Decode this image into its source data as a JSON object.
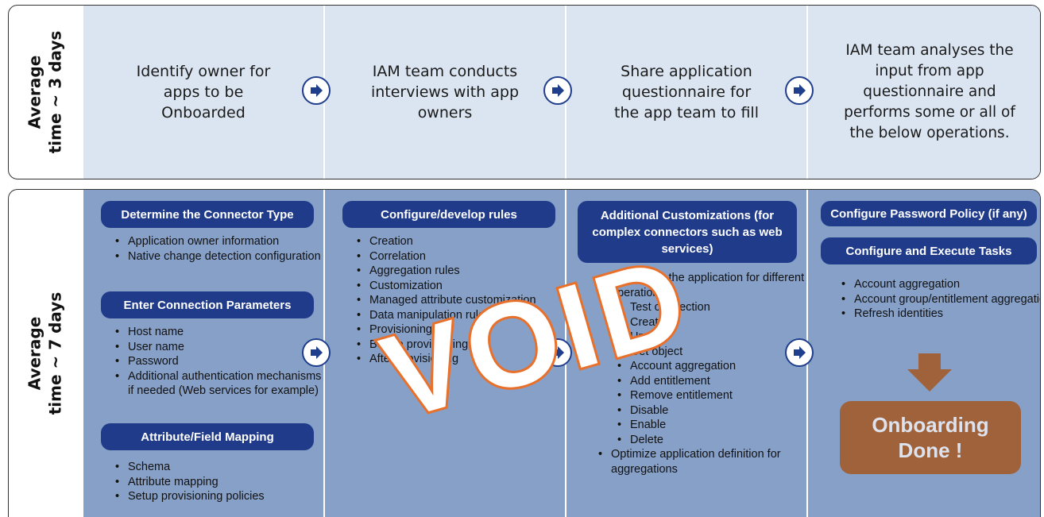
{
  "top_row": {
    "label_line1": "Average",
    "label_line2": "time ~ 3 days",
    "steps": [
      "Identify owner for\napps to be\nOnboarded",
      "IAM team conducts\ninterviews with app\nowners",
      "Share application\nquestionnaire for\nthe app team to fill",
      "IAM team analyses the\ninput from app\nquestionnaire and\nperforms some or all of\nthe below operations."
    ]
  },
  "bottom_row": {
    "label_line1": "Average",
    "label_line2": "time ~ 7 days",
    "col1": {
      "sections": [
        {
          "title": "Determine the Connector Type",
          "items": [
            "Application owner information",
            "Native change detection configuration"
          ]
        },
        {
          "title": "Enter Connection Parameters",
          "items": [
            "Host name",
            "User name",
            "Password",
            "Additional authentication mechanisms if needed (Web services for example)"
          ]
        },
        {
          "title": "Attribute/Field Mapping",
          "items": [
            "Schema",
            "Attribute mapping",
            "Setup provisioning policies"
          ]
        }
      ]
    },
    "col2": {
      "title": "Configure/develop rules",
      "items": [
        "Creation",
        "Correlation",
        "Aggregation rules",
        "Customization",
        "Managed attribute customization",
        "Data manipulation rules",
        "Provisioning",
        "Before provisioning",
        "After provisioning"
      ]
    },
    "col3": {
      "title": "Additional Customizations (for complex connectors such as web services)",
      "item1": "Customize the application for different operations",
      "sub_items": [
        "Test connection",
        "Create",
        "Update",
        "Get object",
        "Account aggregation",
        "Add entitlement",
        "Remove entitlement",
        "Disable",
        "Enable",
        "Delete"
      ],
      "item2": "Optimize application definition for aggregations"
    },
    "col4": {
      "title1": "Configure Password Policy (if any)",
      "title2": "Configure and Execute Tasks",
      "items": [
        "Account aggregation",
        "Account group/entitlement aggregation",
        "Refresh identities"
      ],
      "done": "Onboarding\nDone !"
    }
  },
  "watermark": "VOID",
  "colors": {
    "top_bg": "#dbe5f1",
    "bottom_bg": "#87a0c8",
    "pill": "#1f3b8a",
    "done": "#a0623a",
    "arrow": "#1f3e8c",
    "watermark_stroke": "#e8702a"
  },
  "icons": [
    "chevron-right-circle-icon",
    "down-arrow-icon"
  ]
}
